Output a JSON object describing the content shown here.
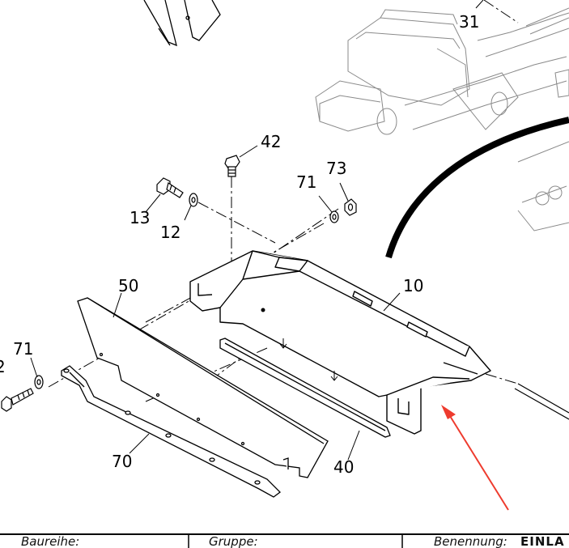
{
  "labels": {
    "p31": "31",
    "p42": "42",
    "p73": "73",
    "p71a": "71",
    "p13": "13",
    "p12": "12",
    "p10": "10",
    "p50": "50",
    "p71b": "71",
    "p70": "70",
    "p40": "40",
    "p2": "2"
  },
  "footer": {
    "baureihe_label": "Baureihe:",
    "gruppe_label": "Gruppe:",
    "benennung_label": "Benennung:",
    "benennung_value": "EINLA"
  },
  "colors": {
    "line": "#000000",
    "ghost": "#8a8a8a",
    "arrow": "#ee3b2e",
    "background": "#ffffff"
  }
}
